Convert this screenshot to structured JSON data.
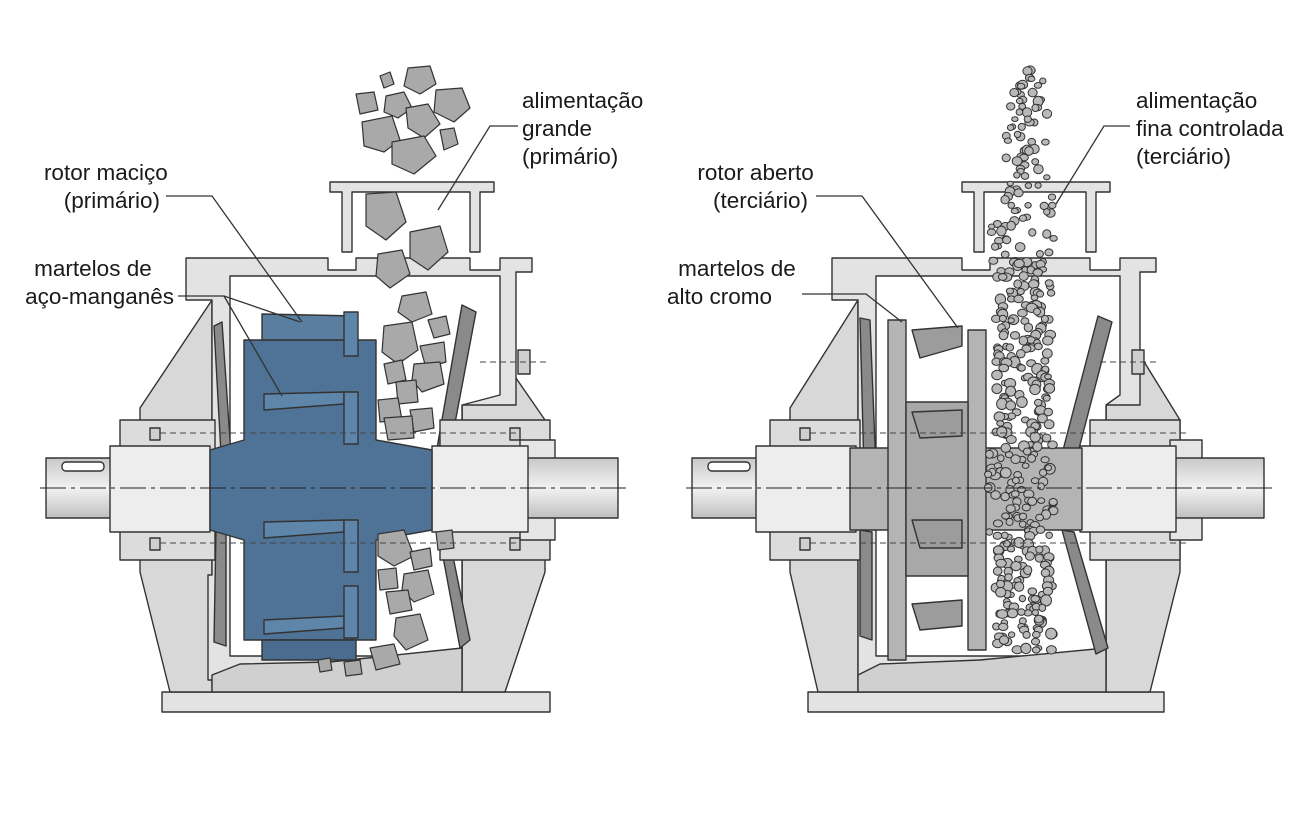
{
  "left_diagram": {
    "feed_label": [
      "alimentação",
      "grande",
      "(primário)"
    ],
    "rotor_label": [
      "rotor maciço",
      "(primário)"
    ],
    "hammer_label": [
      "martelos de",
      "aço-manganês"
    ]
  },
  "right_diagram": {
    "feed_label": [
      "alimentação",
      "fina controlada",
      "(terciário)"
    ],
    "rotor_label": [
      "rotor aberto",
      "(terciário)"
    ],
    "hammer_label": [
      "martelos de",
      "alto cromo"
    ]
  },
  "colors": {
    "rotor_solid": "#4f7396",
    "housing": "#e3e3e3",
    "rotor_open": "#b4b4b4",
    "liner": "#8a8a8a"
  }
}
